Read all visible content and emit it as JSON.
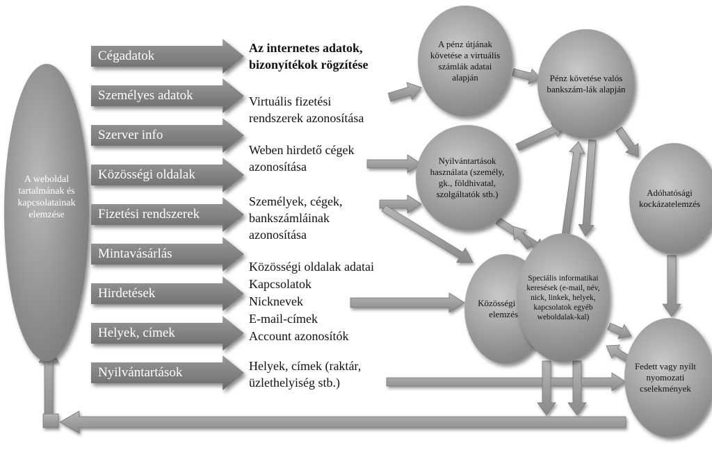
{
  "left_ellipse": {
    "text": "A weboldal tartalmának és kapcsolatainak elemzése"
  },
  "categories": [
    "Cégadatok",
    "Személyes adatok",
    "Szerver info",
    "Közösségi oldalak",
    "Fizetési rendszerek",
    "Mintavásárlás",
    "Hirdetések",
    "Helyek, címek",
    "Nyilvántartások"
  ],
  "middle_texts": [
    "Az internetes adatok,",
    "bizonyítékok rögzítése",
    "Virtuális fizetési",
    "rendszerek azonosítása",
    "Weben hirdető cégek",
    "azonosítása",
    "Személyek, cégek,",
    "bankszámláinak",
    "azonosítása",
    "Közösségi oldalak adatai",
    "Kapcsolatok",
    "Nicknevek",
    "E-mail-címek",
    "Account azonosítók",
    "Helyek, címek (raktár,",
    "üzlethelyiség stb.)"
  ],
  "circles": [
    {
      "id": "penz-virtualis",
      "text": "A pénz útjának követése a virtuális számlák adatai alapján"
    },
    {
      "id": "penz-valos",
      "text": "Pénz követése valós bankszám-lák alapján"
    },
    {
      "id": "nyilvantartasok",
      "text": "Nyilvántartások használata (személy, gk., földhivatal, szolgáltatók stb.)"
    },
    {
      "id": "adohatosagi",
      "text": "Adóhatósági kockázatelemzés"
    },
    {
      "id": "kozossegi-halo",
      "text": "Közösségi háló elemzése"
    },
    {
      "id": "specialis",
      "text": "Speciális informatikai keresések (e-mail, név, nick, linkek, helyek, kapcsolatok egyéb weboldalak-kal)"
    },
    {
      "id": "fedett",
      "text": "Fedett vagy nyílt nyomozati cselekmények"
    }
  ]
}
